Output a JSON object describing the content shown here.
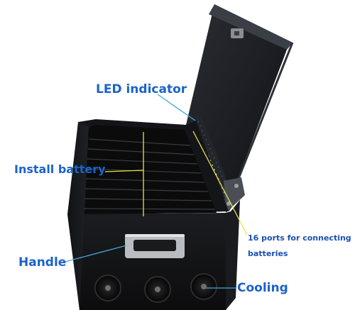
{
  "labels": {
    "led": "LED indicator",
    "install": "Install battery",
    "handle": "Handle",
    "cooling": "Cooling",
    "ports_line1": "16 ports for connecting",
    "ports_line2": "batteries"
  },
  "colors": {
    "label_blue": "#1a63c9",
    "pointer_cyan": "#3fa9d8",
    "pointer_yellow": "#e8e24a",
    "case_black": "#151517"
  }
}
